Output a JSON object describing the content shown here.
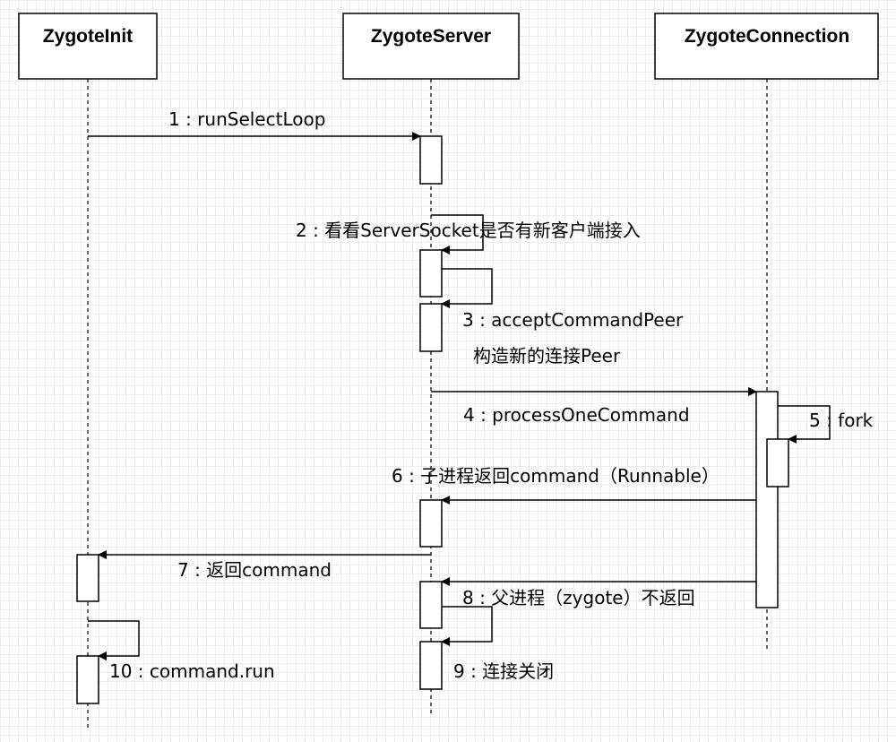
{
  "participants": [
    {
      "id": "zygote-init",
      "label": "ZygoteInit"
    },
    {
      "id": "zygote-server",
      "label": "ZygoteServer"
    },
    {
      "id": "zygote-connection",
      "label": "ZygoteConnection"
    }
  ],
  "messages": [
    {
      "id": "msg-1",
      "label": "1 : runSelectLoop"
    },
    {
      "id": "msg-2",
      "label": "2 : 看看ServerSocket是否有新客户端接入"
    },
    {
      "id": "msg-3",
      "label": "3 : acceptCommandPeer",
      "note": "构造新的连接Peer"
    },
    {
      "id": "msg-4",
      "label": "4 : processOneCommand"
    },
    {
      "id": "msg-5",
      "label": "5 : fork"
    },
    {
      "id": "msg-6",
      "label": "6 : 子进程返回command（Runnable）"
    },
    {
      "id": "msg-7",
      "label": "7 : 返回command"
    },
    {
      "id": "msg-8",
      "label": "8 : 父进程（zygote）不返回"
    },
    {
      "id": "msg-9",
      "label": "9 : 连接关闭"
    },
    {
      "id": "msg-10",
      "label": "10 : command.run"
    }
  ]
}
